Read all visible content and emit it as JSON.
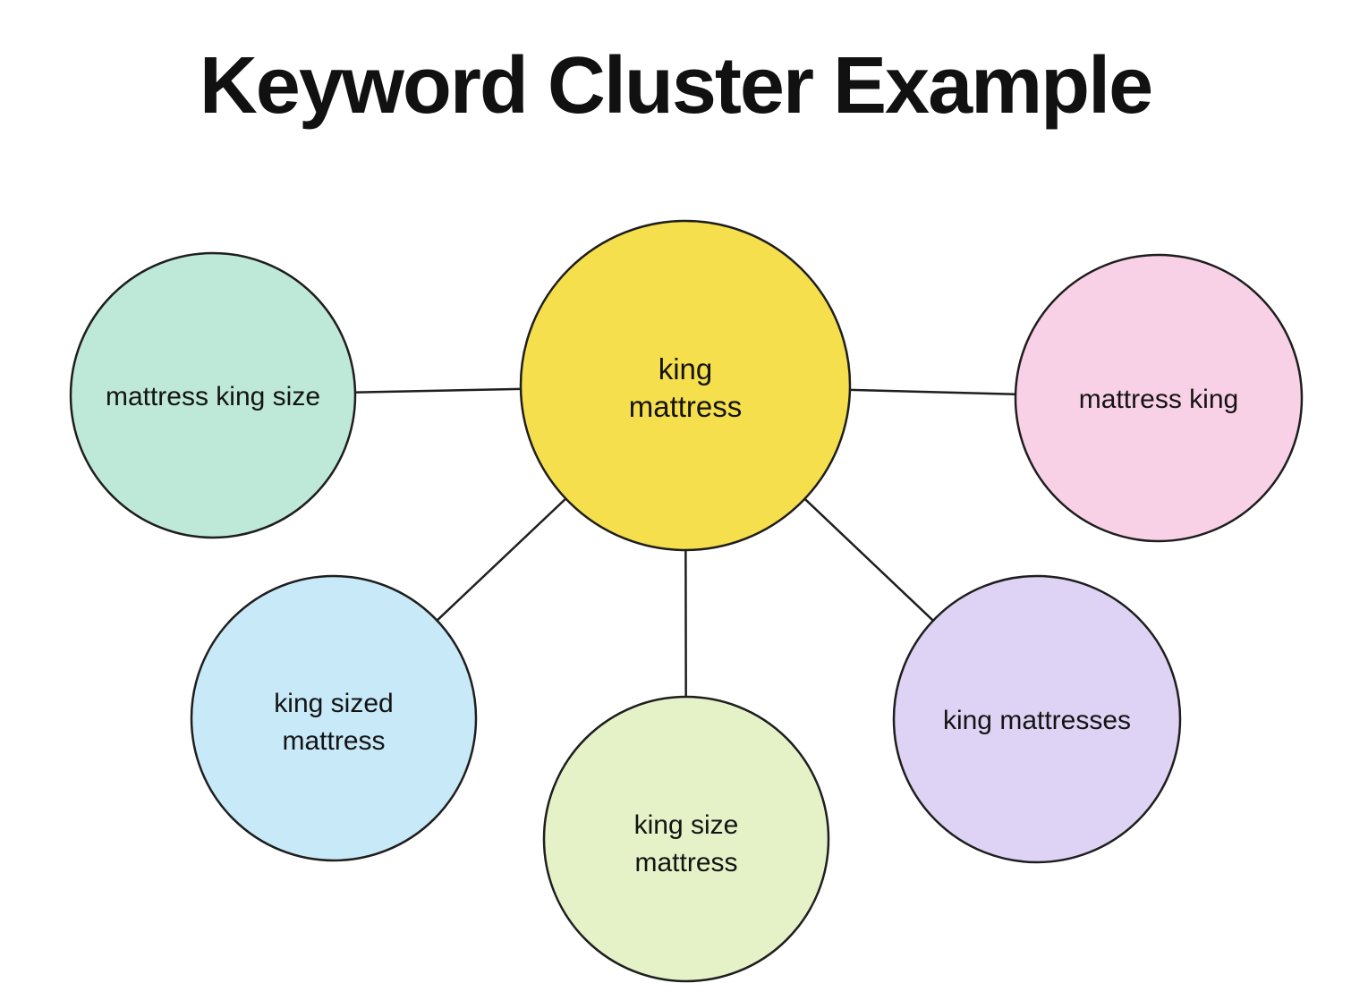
{
  "title": "Keyword Cluster Example",
  "colors": {
    "background": "#FFFFFF",
    "stroke": "#1E1E1E",
    "text": "#141414",
    "center_node": "#F6DF4D",
    "mint_node": "#BEE9D8",
    "pink_node": "#F9D1E7",
    "blue_node": "#C8E9F8",
    "green_node": "#E5F2C7",
    "purple_node": "#DED3F5"
  },
  "nodes": [
    {
      "id": "king-mattress",
      "label": "king mattress",
      "lines": [
        "king",
        "mattress"
      ],
      "color": "#F6DF4D",
      "role": "center"
    },
    {
      "id": "mattress-king-size",
      "label": "mattress king size",
      "lines": [
        "mattress king size"
      ],
      "color": "#BEE9D8",
      "role": "satellite"
    },
    {
      "id": "mattress-king",
      "label": "mattress king",
      "lines": [
        "mattress king"
      ],
      "color": "#F9D1E7",
      "role": "satellite"
    },
    {
      "id": "king-sized-mattress",
      "label": "king sized mattress",
      "lines": [
        "king sized",
        "mattress"
      ],
      "color": "#C8E9F8",
      "role": "satellite"
    },
    {
      "id": "king-size-mattress",
      "label": "king size mattress",
      "lines": [
        "king size",
        "mattress"
      ],
      "color": "#E5F2C7",
      "role": "satellite"
    },
    {
      "id": "king-mattresses",
      "label": "king mattresses",
      "lines": [
        "king mattresses"
      ],
      "color": "#DED3F5",
      "role": "satellite"
    }
  ],
  "edges": [
    {
      "from": "king-mattress",
      "to": "mattress-king-size"
    },
    {
      "from": "king-mattress",
      "to": "mattress-king"
    },
    {
      "from": "king-mattress",
      "to": "king-sized-mattress"
    },
    {
      "from": "king-mattress",
      "to": "king-size-mattress"
    },
    {
      "from": "king-mattress",
      "to": "king-mattresses"
    }
  ]
}
